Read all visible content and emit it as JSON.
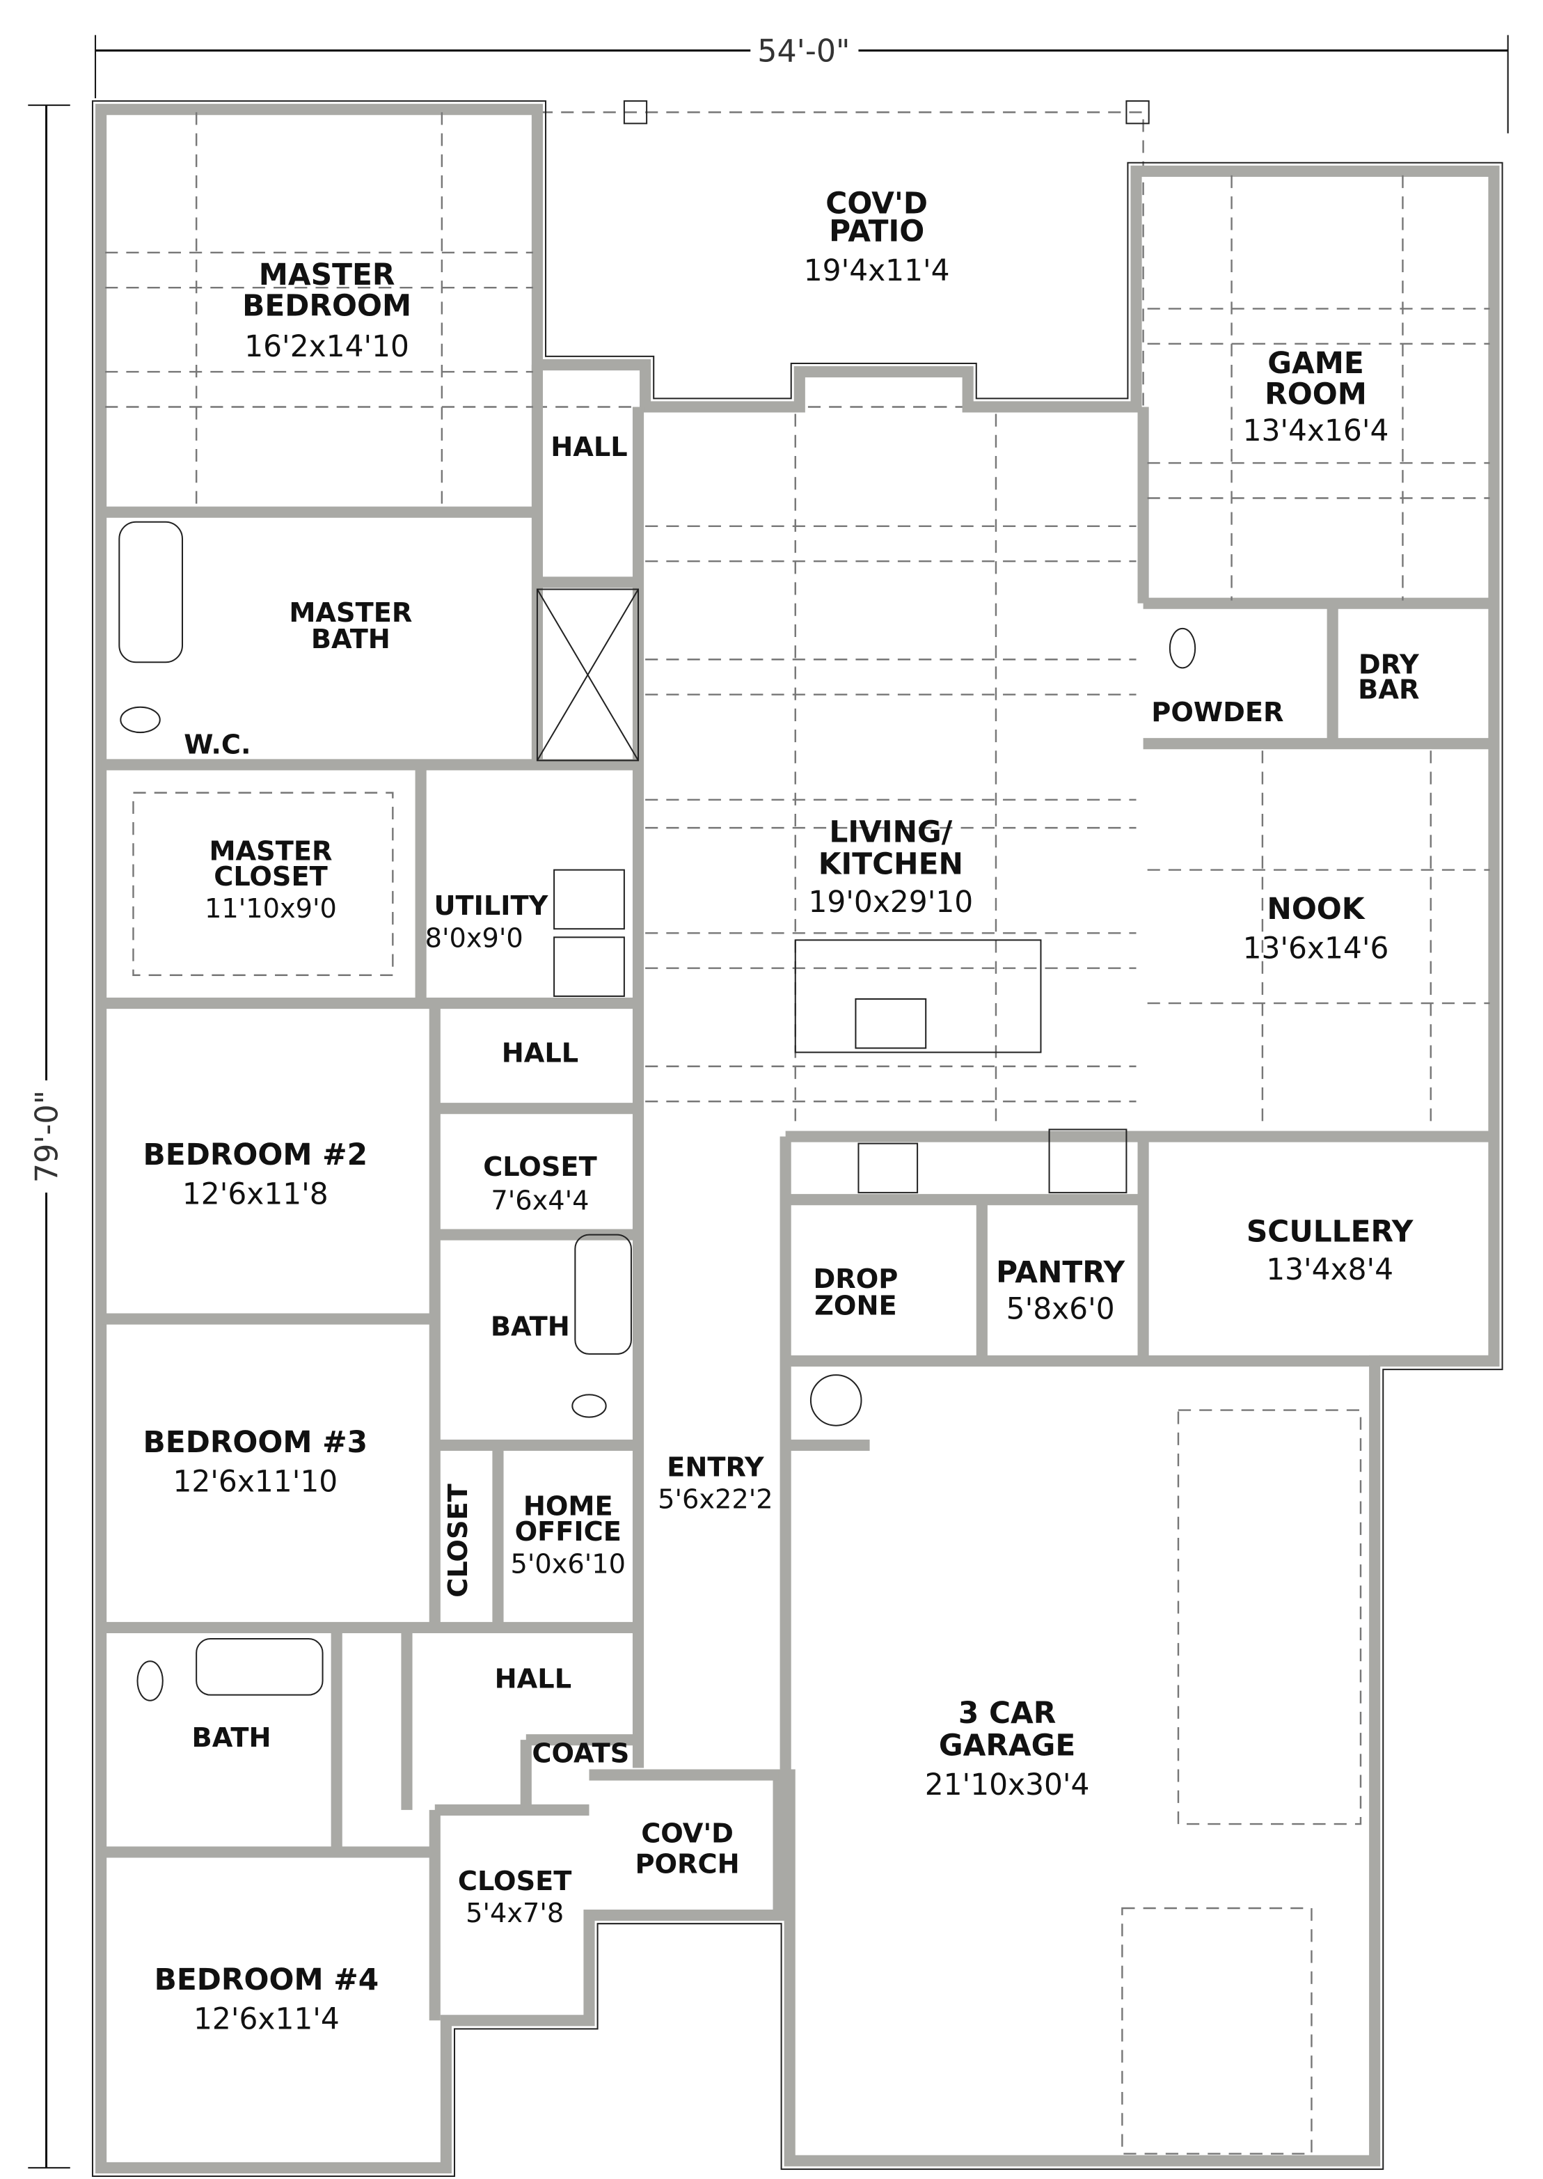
{
  "dimensions": {
    "width": "54'-0\"",
    "depth": "79'-0\""
  },
  "rooms": {
    "master_bedroom": {
      "name1": "MASTER",
      "name2": "BEDROOM",
      "size": "16'2x14'10"
    },
    "patio": {
      "name1": "COV'D",
      "name2": "PATIO",
      "size": "19'4x11'4"
    },
    "game_room": {
      "name1": "GAME",
      "name2": "ROOM",
      "size": "13'4x16'4"
    },
    "hall_top": {
      "name": "HALL"
    },
    "master_bath": {
      "name1": "MASTER",
      "name2": "BATH"
    },
    "wc": {
      "name": "W.C."
    },
    "powder": {
      "name": "POWDER"
    },
    "dry_bar": {
      "name1": "DRY",
      "name2": "BAR"
    },
    "living_kitchen": {
      "name1": "LIVING/",
      "name2": "KITCHEN",
      "size": "19'0x29'10"
    },
    "nook": {
      "name": "NOOK",
      "size": "13'6x14'6"
    },
    "master_closet": {
      "name1": "MASTER",
      "name2": "CLOSET",
      "size": "11'10x9'0"
    },
    "utility": {
      "name": "UTILITY",
      "size": "8'0x9'0"
    },
    "hall_mid": {
      "name": "HALL"
    },
    "bedroom2": {
      "name": "BEDROOM #2",
      "size": "12'6x11'8"
    },
    "closet_b2": {
      "name": "CLOSET",
      "size": "7'6x4'4"
    },
    "bath_mid": {
      "name": "BATH"
    },
    "bedroom3": {
      "name": "BEDROOM #3",
      "size": "12'6x11'10"
    },
    "closet_b3": {
      "name": "CLOSET"
    },
    "home_office": {
      "name1": "HOME",
      "name2": "OFFICE",
      "size": "5'0x6'10"
    },
    "entry": {
      "name": "ENTRY",
      "size": "5'6x22'2"
    },
    "drop_zone": {
      "name1": "DROP",
      "name2": "ZONE"
    },
    "pantry": {
      "name": "PANTRY",
      "size": "5'8x6'0"
    },
    "scullery": {
      "name": "SCULLERY",
      "size": "13'4x8'4"
    },
    "garage": {
      "name1": "3 CAR",
      "name2": "GARAGE",
      "size": "21'10x30'4"
    },
    "bath_low": {
      "name": "BATH"
    },
    "hall_low": {
      "name": "HALL"
    },
    "coats": {
      "name": "COATS"
    },
    "porch": {
      "name1": "COV'D",
      "name2": "PORCH"
    },
    "closet_b4": {
      "name": "CLOSET",
      "size": "5'4x7'8"
    },
    "bedroom4": {
      "name": "BEDROOM #4",
      "size": "12'6x11'4"
    }
  },
  "colors": {
    "wall": "#a9a9a5",
    "line": "#222222"
  }
}
